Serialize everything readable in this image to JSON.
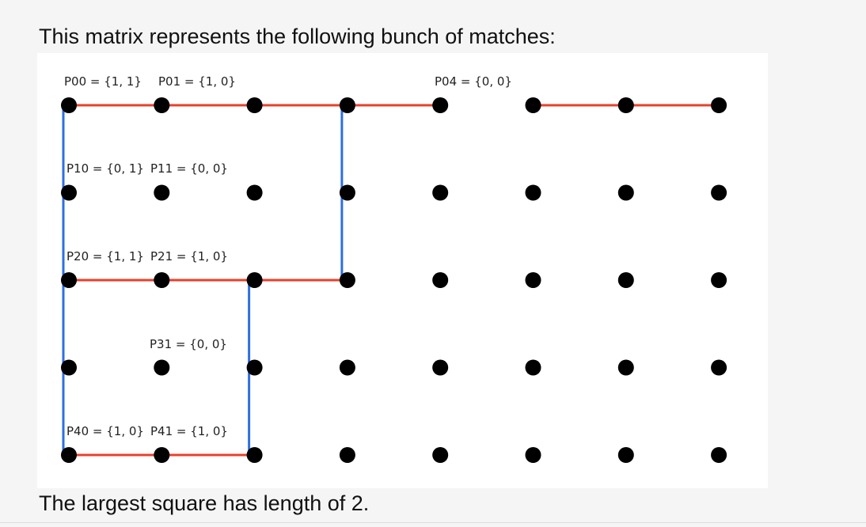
{
  "heading": "This matrix represents the following bunch of matches:",
  "footer": "The largest square has length of 2.",
  "diagram": {
    "rows": 5,
    "cols": 8,
    "colors": {
      "dot": "#000000",
      "horizontal": "#e8412c",
      "vertical": "#2f6fe0"
    },
    "horizontal_edges": [
      [
        0,
        0
      ],
      [
        0,
        1
      ],
      [
        0,
        2
      ],
      [
        0,
        3
      ],
      [
        0,
        5
      ],
      [
        0,
        6
      ],
      [
        2,
        0
      ],
      [
        2,
        1
      ],
      [
        2,
        2
      ],
      [
        4,
        0
      ],
      [
        4,
        1
      ]
    ],
    "vertical_edges": [
      [
        0,
        0
      ],
      [
        1,
        0
      ],
      [
        2,
        0
      ],
      [
        3,
        0
      ],
      [
        0,
        3
      ],
      [
        1,
        3
      ],
      [
        2,
        2
      ],
      [
        3,
        2
      ]
    ],
    "labels": {
      "p00": "P00 = {1, 1}",
      "p01": "P01 = {1, 0}",
      "p04": "P04 = {0, 0}",
      "p10": "P10 = {0, 1}",
      "p11": "P11 = {0, 0}",
      "p20": "P20 = {1, 1}",
      "p21": "P21 = {1, 0}",
      "p31": "P31 = {0, 0}",
      "p40": "P40 = {1, 0}",
      "p41": "P41 = {1, 0}"
    }
  }
}
